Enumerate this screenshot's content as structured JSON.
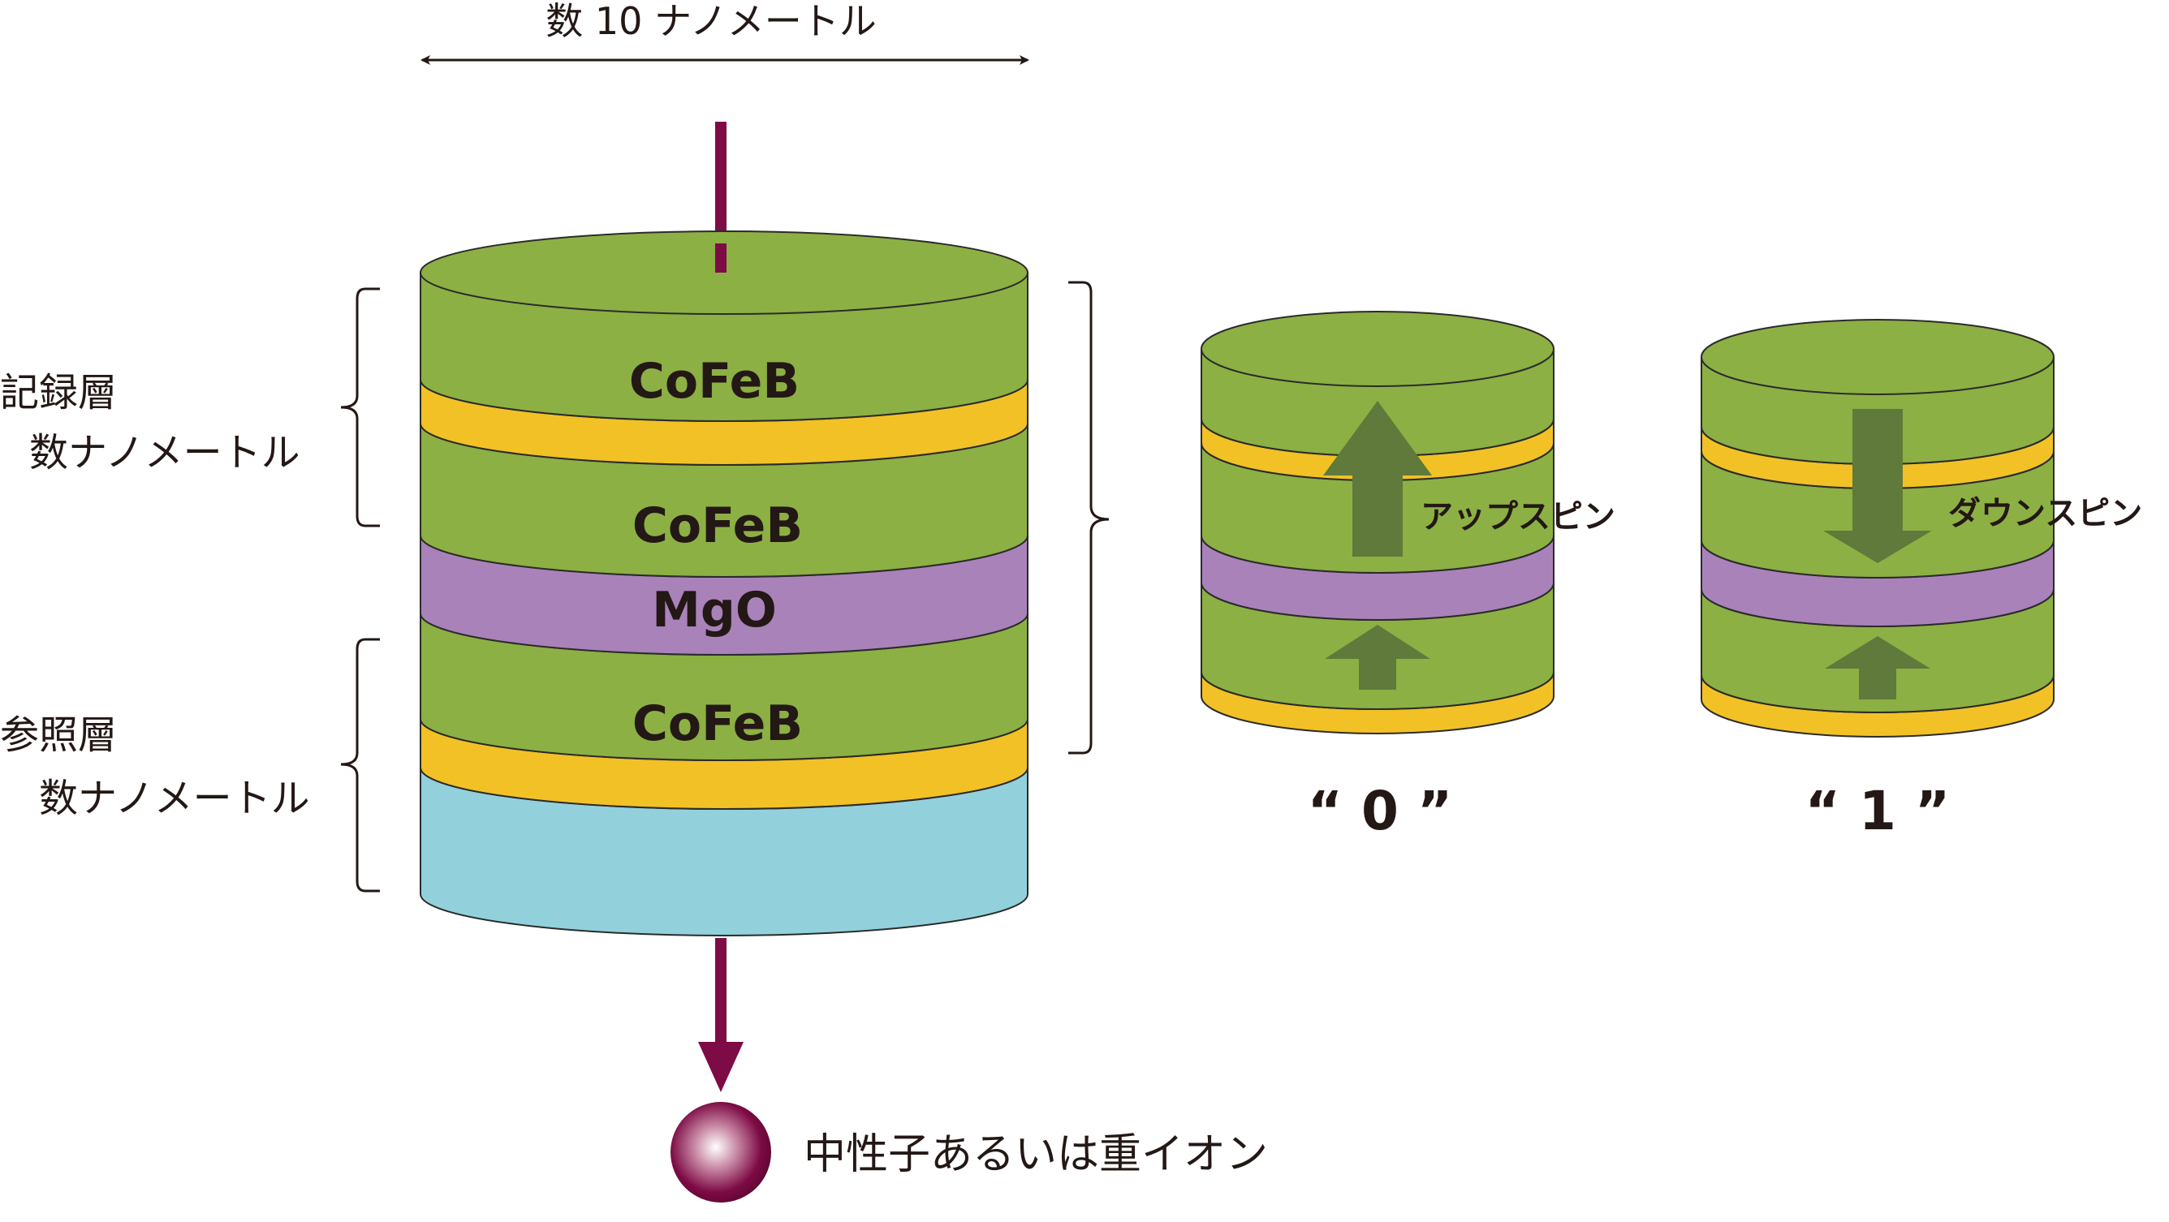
{
  "width_label": "数 10 ナノメートル",
  "recording_layer": {
    "name": "記録層",
    "thickness": "数ナノメートル"
  },
  "reference_layer": {
    "name": "参照層",
    "thickness": "数ナノメートル"
  },
  "layers": {
    "top": "CoFeB",
    "middle": "CoFeB",
    "barrier": "MgO",
    "bottom": "CoFeB"
  },
  "spin_up_label": "アップスピン",
  "spin_down_label": "ダウンスピン",
  "state_zero": "“ 0 ”",
  "state_one": "“ 1 ”",
  "particle_label": "中性子あるいは重イオン",
  "colors": {
    "green": "#8cb043",
    "gold": "#f2c125",
    "purple": "#aa82ba",
    "blue": "#92d1dc",
    "particle": "#7d0b45",
    "arrow": "#5f7a3a",
    "outline": "#2b2b2b"
  }
}
